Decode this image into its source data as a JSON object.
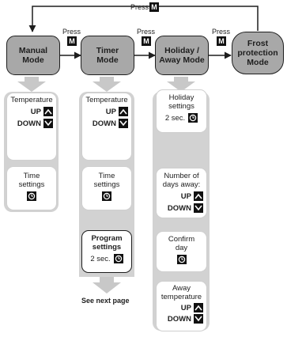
{
  "top_press": {
    "label": "Press",
    "key": "M"
  },
  "modes": [
    {
      "label": "Manual Mode"
    },
    {
      "label": "Timer Mode"
    },
    {
      "label": "Holiday / Away Mode"
    },
    {
      "label": "Frost protection Mode"
    }
  ],
  "transitions": [
    {
      "press": "Press",
      "key": "M"
    },
    {
      "press": "Press",
      "key": "M"
    },
    {
      "press": "Press",
      "key": "M"
    }
  ],
  "manual": {
    "temp_title": "Temperature",
    "up": "UP",
    "down": "DOWN",
    "time_title": "Time settings"
  },
  "timer": {
    "temp_title": "Temperature",
    "up": "UP",
    "down": "DOWN",
    "time_title": "Time settings",
    "program_title": "Program settings",
    "program_hold": "2 sec.",
    "see_next": "See next page"
  },
  "holiday": {
    "settings_title": "Holiday settings",
    "settings_hold": "2 sec.",
    "days_title": "Number of days away:",
    "up": "UP",
    "down": "DOWN",
    "confirm_title": "Confirm day",
    "away_title": "Away temperature",
    "away_up": "UP",
    "away_down": "DOWN"
  },
  "icons": {
    "up": "up-arrow-icon",
    "down": "down-arrow-icon",
    "clock": "clock-icon"
  }
}
